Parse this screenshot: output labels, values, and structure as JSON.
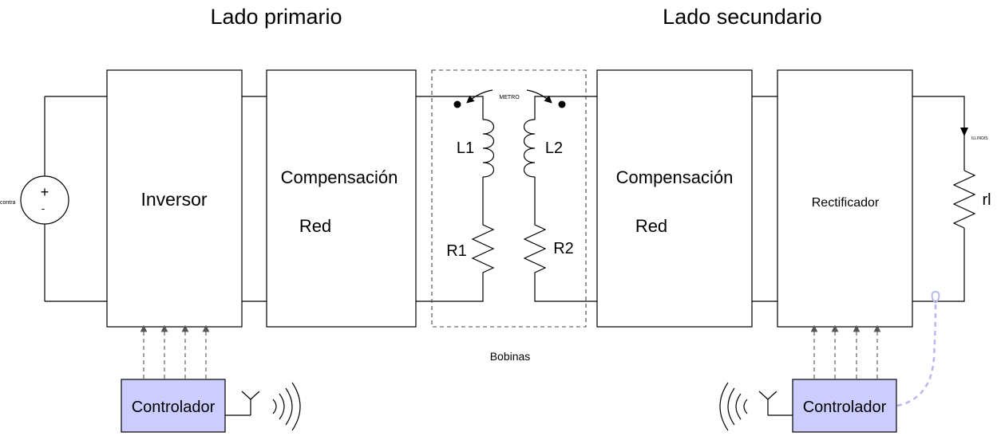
{
  "headings": {
    "primary": "Lado primario",
    "secondary": "Lado secundario"
  },
  "source": {
    "label": "contra",
    "plus": "+",
    "minus": "-"
  },
  "blocks": {
    "inverter": "Inversor",
    "comp_primary_line1": "Compensación",
    "comp_primary_line2": "Red",
    "comp_secondary_line1": "Compensación",
    "comp_secondary_line2": "Red",
    "rectifier": "Rectificador"
  },
  "coils": {
    "group_label": "Bobinas",
    "mutual_label": "METRO",
    "l1": "L1",
    "l2": "L2",
    "r1": "R1",
    "r2": "R2"
  },
  "load": {
    "current_label": "ILLINOIS",
    "resistor": "rl"
  },
  "controllers": {
    "primary": "Controlador",
    "secondary": "Controlador"
  },
  "colors": {
    "controller_fill": "#ccccff",
    "feedback_link": "#b8b8ee"
  }
}
